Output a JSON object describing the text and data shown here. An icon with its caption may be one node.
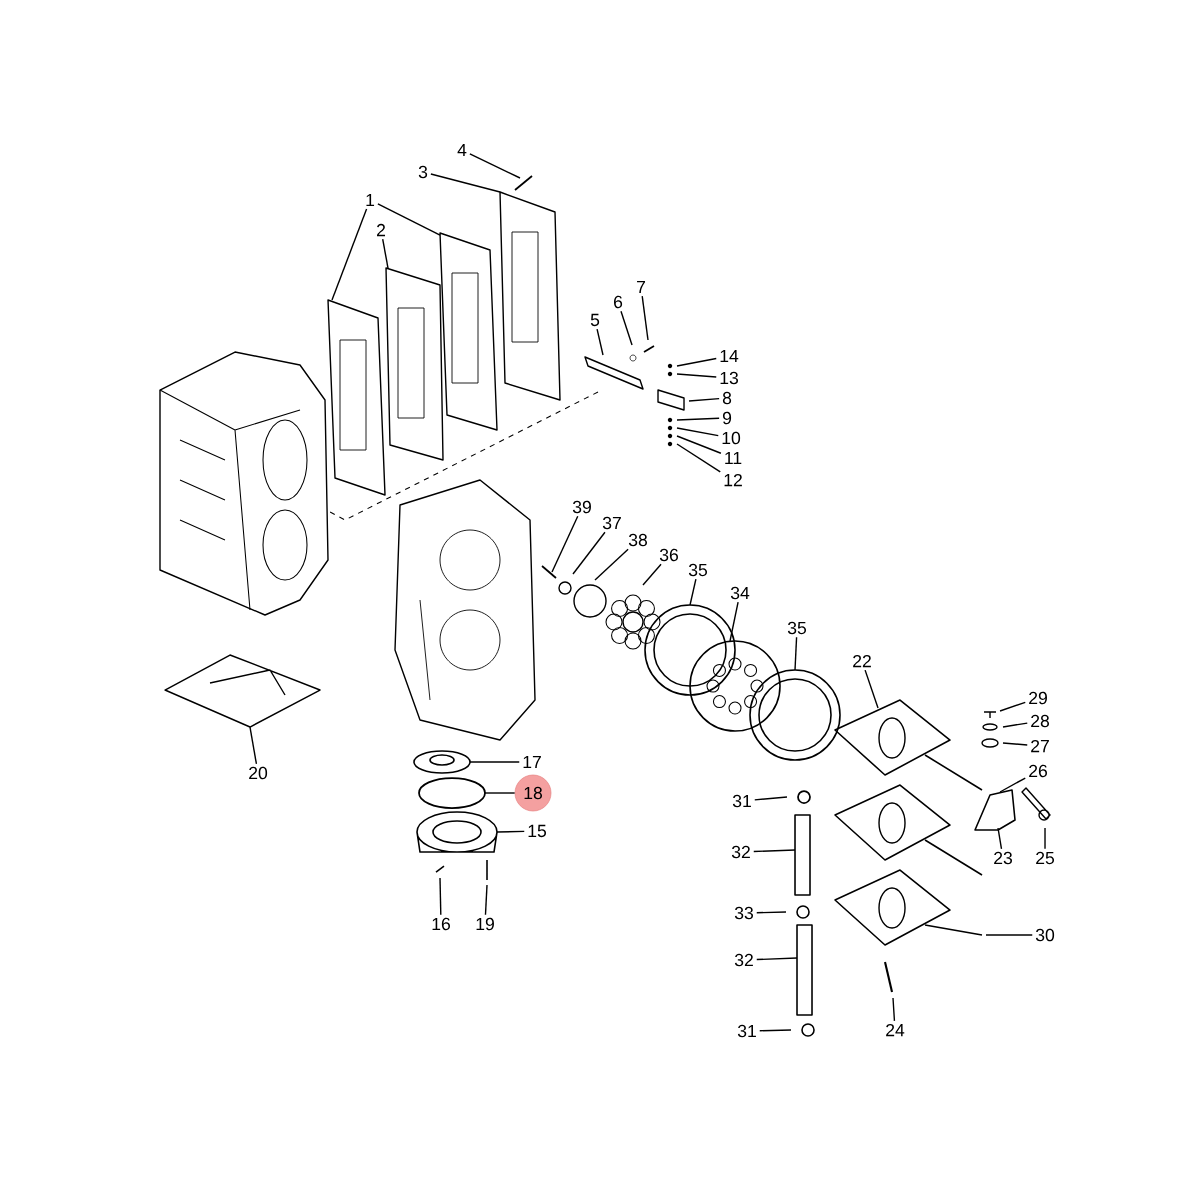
{
  "diagram": {
    "nodes": [
      {
        "text": [
          "4"
        ]
      },
      {
        "text": [
          "3"
        ]
      },
      {
        "text": [
          "1"
        ]
      },
      {
        "text": [
          "2"
        ]
      },
      {
        "text": [
          "7"
        ]
      },
      {
        "text": [
          "6"
        ]
      },
      {
        "text": [
          "5"
        ]
      },
      {
        "text": [
          "14"
        ]
      },
      {
        "text": [
          "13"
        ]
      },
      {
        "text": [
          "8"
        ]
      },
      {
        "text": [
          "9"
        ]
      },
      {
        "text": [
          "10"
        ]
      },
      {
        "text": [
          "11"
        ]
      },
      {
        "text": [
          "12"
        ]
      },
      {
        "text": [
          "39"
        ]
      },
      {
        "text": [
          "37"
        ]
      },
      {
        "text": [
          "38"
        ]
      },
      {
        "text": [
          "36"
        ]
      },
      {
        "text": [
          "35"
        ]
      },
      {
        "text": [
          "34"
        ]
      },
      {
        "text": [
          "35"
        ]
      },
      {
        "text": [
          "22"
        ]
      },
      {
        "text": [
          "29"
        ]
      },
      {
        "text": [
          "28"
        ]
      },
      {
        "text": [
          "27"
        ]
      },
      {
        "text": [
          "17"
        ]
      },
      {
        "text": [
          "26"
        ]
      },
      {
        "text": [
          "20"
        ]
      },
      {
        "text": [
          "18"
        ]
      },
      {
        "text": [
          "31"
        ]
      },
      {
        "text": [
          "15"
        ]
      },
      {
        "text": [
          "32"
        ]
      },
      {
        "text": [
          "23"
        ]
      },
      {
        "text": [
          "25"
        ]
      },
      {
        "text": [
          "33"
        ]
      },
      {
        "text": [
          "16"
        ]
      },
      {
        "text": [
          "19"
        ]
      },
      {
        "text": [
          "30"
        ]
      },
      {
        "text": [
          "32"
        ]
      },
      {
        "text": [
          "24"
        ]
      },
      {
        "text": [
          "31"
        ]
      }
    ],
    "edges": [
      {
        "from": 0,
        "to": null,
        "arrow": "none"
      },
      {
        "from": 1,
        "to": null,
        "arrow": "none"
      },
      {
        "from": 2,
        "to": null,
        "arrow": "none"
      },
      {
        "from": 2,
        "to": null,
        "arrow": "none"
      },
      {
        "from": 3,
        "to": null,
        "arrow": "none"
      },
      {
        "from": 4,
        "to": null,
        "arrow": "none"
      },
      {
        "from": 5,
        "to": null,
        "arrow": "none"
      },
      {
        "from": 6,
        "to": null,
        "arrow": "none"
      },
      {
        "from": 7,
        "to": null,
        "arrow": "none"
      },
      {
        "from": 8,
        "to": null,
        "arrow": "none"
      },
      {
        "from": 9,
        "to": null,
        "arrow": "none"
      },
      {
        "from": 10,
        "to": null,
        "arrow": "none"
      },
      {
        "from": 11,
        "to": null,
        "arrow": "none"
      },
      {
        "from": 12,
        "to": null,
        "arrow": "none"
      },
      {
        "from": 13,
        "to": null,
        "arrow": "none"
      },
      {
        "from": 14,
        "to": null,
        "arrow": "none"
      },
      {
        "from": 15,
        "to": null,
        "arrow": "none"
      },
      {
        "from": 16,
        "to": null,
        "arrow": "none"
      },
      {
        "from": 17,
        "to": null,
        "arrow": "none"
      },
      {
        "from": 18,
        "to": null,
        "arrow": "none"
      },
      {
        "from": 19,
        "to": null,
        "arrow": "none"
      },
      {
        "from": 20,
        "to": null,
        "arrow": "none"
      },
      {
        "from": 21,
        "to": null,
        "arrow": "none"
      },
      {
        "from": 22,
        "to": null,
        "arrow": "none"
      },
      {
        "from": 23,
        "to": null,
        "arrow": "none"
      },
      {
        "from": 24,
        "to": null,
        "arrow": "none"
      },
      {
        "from": 25,
        "to": null,
        "arrow": "none"
      },
      {
        "from": 26,
        "to": null,
        "arrow": "none"
      },
      {
        "from": 27,
        "to": null,
        "arrow": "none"
      },
      {
        "from": 28,
        "to": null,
        "arrow": "none"
      },
      {
        "from": 29,
        "to": null,
        "arrow": "none"
      },
      {
        "from": 30,
        "to": null,
        "arrow": "none"
      },
      {
        "from": 31,
        "to": null,
        "arrow": "none"
      },
      {
        "from": 32,
        "to": null,
        "arrow": "none"
      },
      {
        "from": 33,
        "to": null,
        "arrow": "none"
      },
      {
        "from": 34,
        "to": null,
        "arrow": "none"
      },
      {
        "from": 35,
        "to": null,
        "arrow": "none"
      },
      {
        "from": 36,
        "to": null,
        "arrow": "none"
      },
      {
        "from": 37,
        "to": null,
        "arrow": "none"
      },
      {
        "from": 38,
        "to": null,
        "arrow": "none"
      },
      {
        "from": 39,
        "to": null,
        "arrow": "none"
      },
      {
        "from": 40,
        "to": null,
        "arrow": "none"
      }
    ]
  }
}
